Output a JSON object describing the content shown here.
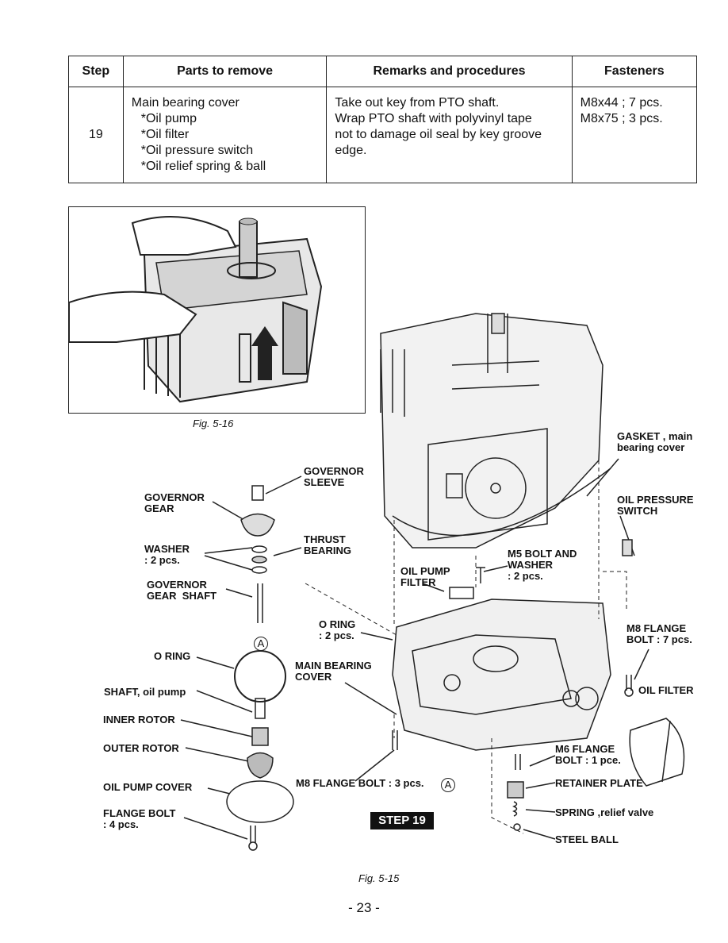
{
  "table": {
    "headers": [
      "Step",
      "Parts to remove",
      "Remarks and procedures",
      "Fasteners"
    ],
    "row": {
      "step": "19",
      "parts": [
        "Main bearing cover",
        "*Oil pump",
        "*Oil filter",
        "*Oil pressure switch",
        "*Oil relief spring & ball"
      ],
      "remarks": [
        "Take out key from PTO shaft.",
        "Wrap PTO shaft with polyvinyl tape",
        "not to damage oil seal by key groove",
        "edge."
      ],
      "fasteners": [
        "M8x44 ; 7 pcs.",
        "M8x75 ; 3 pcs."
      ]
    }
  },
  "figures": {
    "fig16_caption": "Fig. 5-16",
    "fig15_caption": "Fig. 5-15",
    "step_badge": "STEP 19"
  },
  "labels": {
    "governor_sleeve": "GOVERNOR\nSLEEVE",
    "governor_gear": "GOVERNOR\nGEAR",
    "thrust_bearing": "THRUST\nBEARING",
    "washer": "WASHER\n: 2 pcs.",
    "governor_gear_shaft": "GOVERNOR\nGEAR  SHAFT",
    "o_ring_right": "O RING\n: 2 pcs.",
    "oil_pump_filter": "OIL PUMP\nFILTER",
    "m5_bolt": "M5 BOLT AND\nWASHER\n: 2 pcs.",
    "gasket": "GASKET , main\nbearing cover",
    "oil_pressure_switch": "OIL PRESSURE\nSWITCH",
    "m8_flange_bolt_7": "M8 FLANGE\nBOLT : 7 pcs.",
    "oil_filter": "OIL FILTER",
    "o_ring_left": "O RING",
    "main_bearing_cover": "MAIN BEARING\nCOVER",
    "shaft_oil_pump": "SHAFT, oil pump",
    "inner_rotor": "INNER ROTOR",
    "outer_rotor": "OUTER ROTOR",
    "oil_pump_cover": "OIL PUMP COVER",
    "m8_flange_bolt_3": "M8 FLANGE BOLT : 3 pcs.",
    "flange_bolt_4": "FLANGE BOLT\n: 4 pcs.",
    "m6_flange_bolt": "M6 FLANGE\nBOLT : 1 pce.",
    "retainer_plate": "RETAINER PLATE",
    "spring_relief": "SPRING ,relief valve",
    "steel_ball": "STEEL BALL",
    "circle_a": "A"
  },
  "page_number": "- 23 -"
}
